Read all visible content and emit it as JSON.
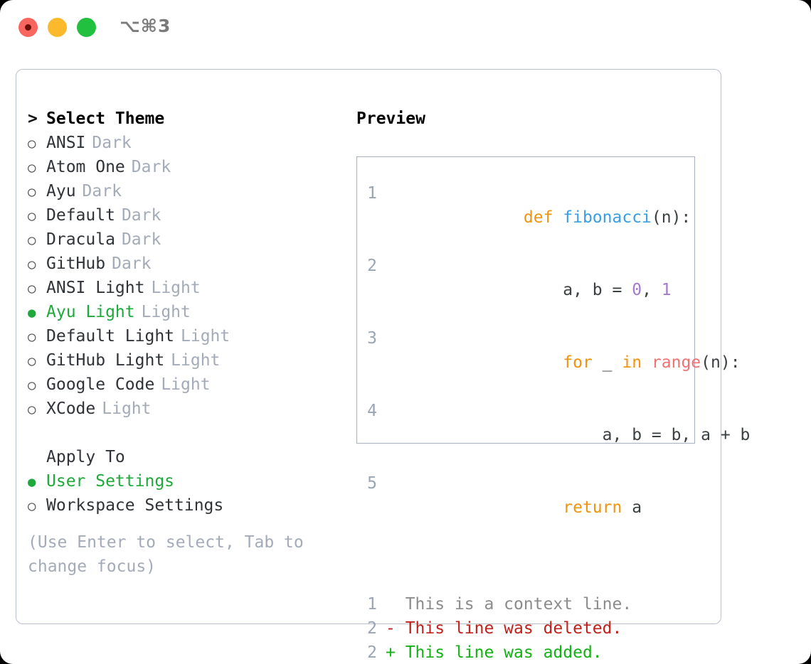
{
  "titlebar": {
    "shortcut": "⌥⌘3",
    "buttons": [
      {
        "name": "close",
        "color": "#f9655f"
      },
      {
        "name": "minimize",
        "color": "#fdb92c"
      },
      {
        "name": "maximize",
        "color": "#22c03f"
      }
    ]
  },
  "theme_picker": {
    "heading_marker": ">",
    "heading": "Select Theme",
    "items": [
      {
        "marker": "○",
        "label": "ANSI",
        "tag": "Dark",
        "selected": false
      },
      {
        "marker": "○",
        "label": "Atom One",
        "tag": "Dark",
        "selected": false
      },
      {
        "marker": "○",
        "label": "Ayu",
        "tag": "Dark",
        "selected": false
      },
      {
        "marker": "○",
        "label": "Default",
        "tag": "Dark",
        "selected": false
      },
      {
        "marker": "○",
        "label": "Dracula",
        "tag": "Dark",
        "selected": false
      },
      {
        "marker": "○",
        "label": "GitHub",
        "tag": "Dark",
        "selected": false
      },
      {
        "marker": "○",
        "label": "ANSI Light",
        "tag": "Light",
        "selected": false
      },
      {
        "marker": "●",
        "label": "Ayu Light",
        "tag": "Light",
        "selected": true
      },
      {
        "marker": "○",
        "label": "Default Light",
        "tag": "Light",
        "selected": false
      },
      {
        "marker": "○",
        "label": "GitHub Light",
        "tag": "Light",
        "selected": false
      },
      {
        "marker": "○",
        "label": "Google Code",
        "tag": "Light",
        "selected": false
      },
      {
        "marker": "○",
        "label": "XCode",
        "tag": "Light",
        "selected": false
      }
    ]
  },
  "apply_to": {
    "heading": "Apply To",
    "options": [
      {
        "marker": "●",
        "label": "User Settings",
        "selected": true
      },
      {
        "marker": "○",
        "label": "Workspace Settings",
        "selected": false
      }
    ]
  },
  "hint": "(Use Enter to select, Tab to change focus)",
  "preview": {
    "title": "Preview",
    "code_lines": [
      {
        "number": "1",
        "tokens": [
          {
            "text": "def ",
            "type": "kw"
          },
          {
            "text": "fibonacci",
            "type": "fn"
          },
          {
            "text": "(n):",
            "type": "plain"
          }
        ]
      },
      {
        "number": "2",
        "tokens": [
          {
            "text": "    a, b = ",
            "type": "plain"
          },
          {
            "text": "0",
            "type": "num"
          },
          {
            "text": ", ",
            "type": "plain"
          },
          {
            "text": "1",
            "type": "num"
          }
        ]
      },
      {
        "number": "3",
        "tokens": [
          {
            "text": "    ",
            "type": "plain"
          },
          {
            "text": "for",
            "type": "kw"
          },
          {
            "text": " _ ",
            "type": "plain"
          },
          {
            "text": "in",
            "type": "kw"
          },
          {
            "text": " ",
            "type": "plain"
          },
          {
            "text": "range",
            "type": "built"
          },
          {
            "text": "(n):",
            "type": "plain"
          }
        ]
      },
      {
        "number": "4",
        "tokens": [
          {
            "text": "        a, b = b, a + b",
            "type": "plain"
          }
        ]
      },
      {
        "number": "5",
        "tokens": [
          {
            "text": "    ",
            "type": "plain"
          },
          {
            "text": "return",
            "type": "kw"
          },
          {
            "text": " a",
            "type": "plain"
          }
        ]
      }
    ],
    "diff_lines": [
      {
        "number": "1",
        "prefix": "  ",
        "text": "This is a context line.",
        "type": "ctx"
      },
      {
        "number": "2",
        "prefix": "- ",
        "text": "This line was deleted.",
        "type": "del"
      },
      {
        "number": "2",
        "prefix": "+ ",
        "text": "This line was added.",
        "type": "add"
      }
    ]
  }
}
